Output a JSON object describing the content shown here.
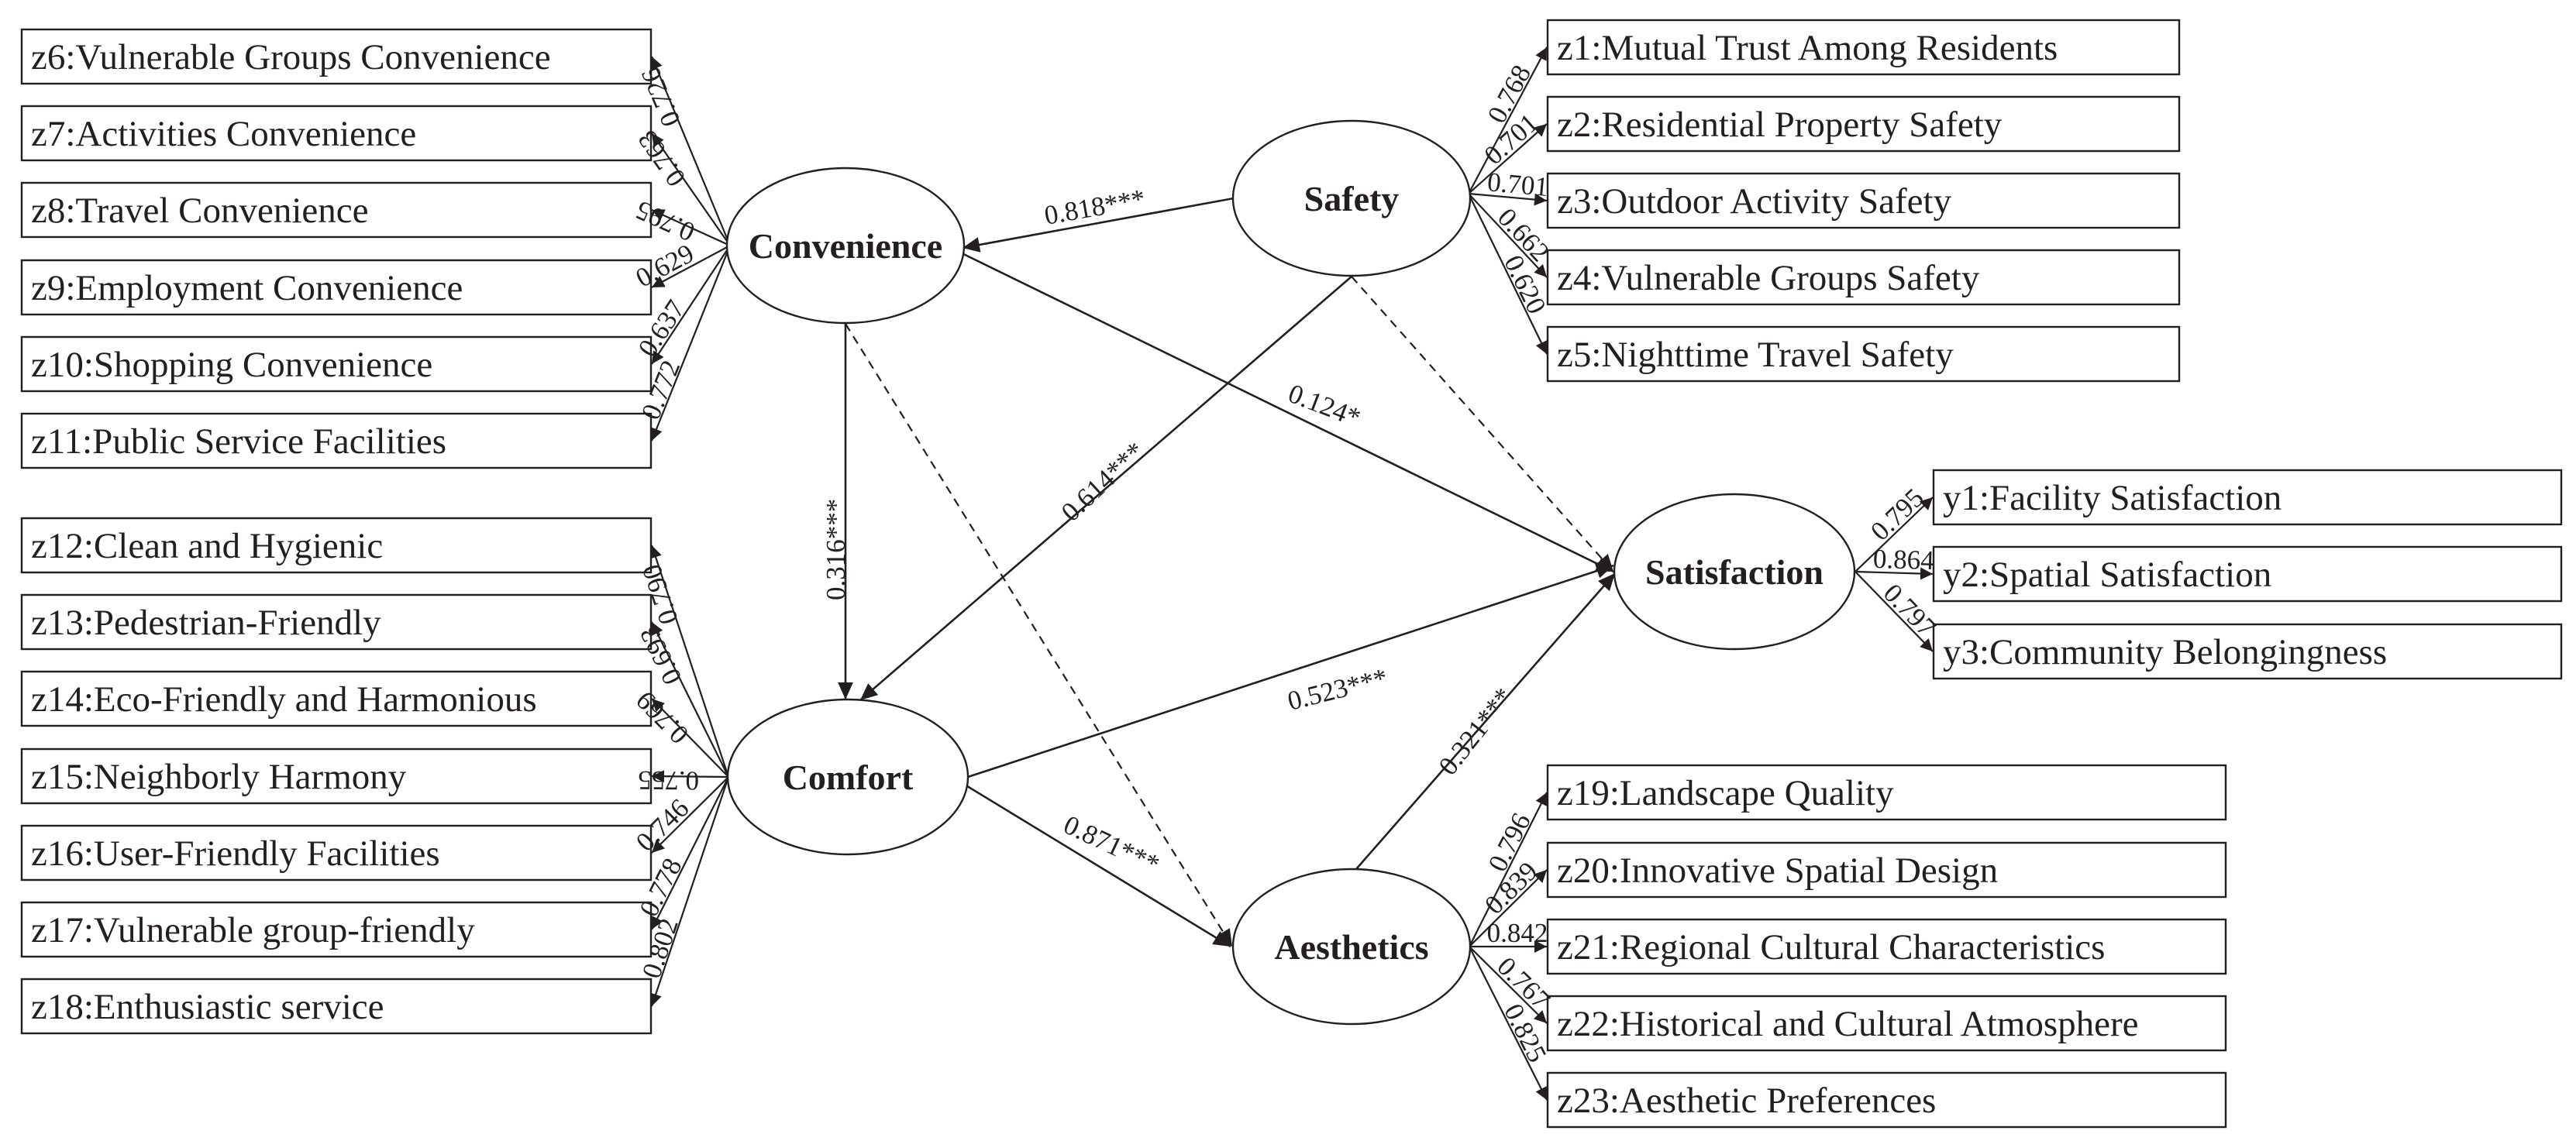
{
  "latent": {
    "convenience": "Convenience",
    "safety": "Safety",
    "comfort": "Comfort",
    "aesthetics": "Aesthetics",
    "satisfaction": "Satisfaction"
  },
  "convenience_items": [
    {
      "label": "z6:Vulnerable Groups Convenience",
      "loading": "0.726"
    },
    {
      "label": "z7:Activities Convenience",
      "loading": "0.763"
    },
    {
      "label": "z8:Travel Convenience",
      "loading": "0.795"
    },
    {
      "label": "z9:Employment Convenience",
      "loading": "0.629"
    },
    {
      "label": "z10:Shopping Convenience",
      "loading": "0.637"
    },
    {
      "label": "z11:Public Service Facilities",
      "loading": "0.772"
    }
  ],
  "comfort_items": [
    {
      "label": "z12:Clean and Hygienic",
      "loading": "0.790"
    },
    {
      "label": "z13:Pedestrian-Friendly",
      "loading": "0.693"
    },
    {
      "label": "z14:Eco-Friendly and Harmonious",
      "loading": "0.769"
    },
    {
      "label": "z15:Neighborly Harmony",
      "loading": "0.755"
    },
    {
      "label": "z16:User-Friendly Facilities",
      "loading": "0.746"
    },
    {
      "label": "z17:Vulnerable group-friendly",
      "loading": "0.778"
    },
    {
      "label": "z18:Enthusiastic service",
      "loading": "0.802"
    }
  ],
  "safety_items": [
    {
      "label": "z1:Mutual Trust Among Residents",
      "loading": "0.768"
    },
    {
      "label": "z2:Residential Property Safety",
      "loading": "0.701"
    },
    {
      "label": "z3:Outdoor Activity Safety",
      "loading": "0.701"
    },
    {
      "label": "z4:Vulnerable Groups Safety",
      "loading": "0.662"
    },
    {
      "label": "z5:Nighttime Travel Safety",
      "loading": "0.620"
    }
  ],
  "satisfaction_items": [
    {
      "label": "y1:Facility Satisfaction",
      "loading": "0.795"
    },
    {
      "label": "y2:Spatial Satisfaction",
      "loading": "0.864"
    },
    {
      "label": "y3:Community Belongingness",
      "loading": "0.797"
    }
  ],
  "aesthetics_items": [
    {
      "label": "z19:Landscape Quality",
      "loading": "0.796"
    },
    {
      "label": "z20:Innovative Spatial Design",
      "loading": "0.839"
    },
    {
      "label": "z21:Regional Cultural Characteristics",
      "loading": "0.842"
    },
    {
      "label": "z22:Historical and Cultural Atmosphere",
      "loading": "0.767"
    },
    {
      "label": "z23:Aesthetic Preferences",
      "loading": "0.825"
    }
  ],
  "paths": {
    "safety_to_convenience": "0.818***",
    "convenience_to_satisfaction": "0.124*",
    "convenience_to_comfort": "0.316***",
    "safety_to_comfort": "0.614***",
    "comfort_to_satisfaction": "0.523***",
    "comfort_to_aesthetics": "0.871***",
    "aesthetics_to_satisfaction": "0.321***"
  }
}
